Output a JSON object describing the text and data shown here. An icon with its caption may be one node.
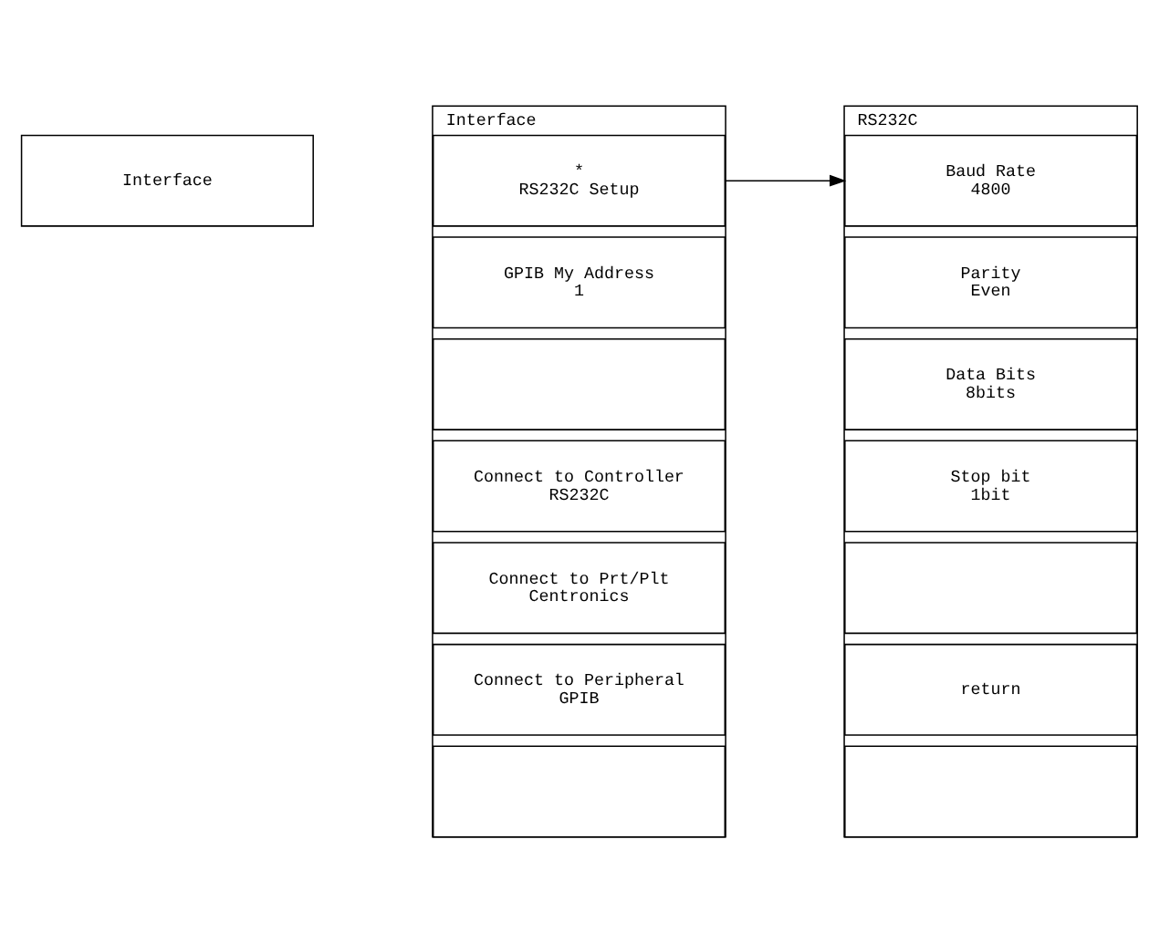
{
  "diagram": {
    "nodes": [
      {
        "text": [
          "Interface"
        ]
      },
      {
        "text": [
          "Interface"
        ]
      },
      {
        "text": [
          "*",
          "RS232C Setup"
        ],
        "in": 1
      },
      {
        "text": [
          "GPIB My Address",
          "1"
        ],
        "in": 1
      },
      {
        "text": [],
        "shape": "box",
        "in": 1
      },
      {
        "text": [
          "Connect to Controller",
          "RS232C"
        ],
        "in": 1
      },
      {
        "text": [
          "Connect to Prt/Plt",
          "Centronics"
        ],
        "in": 1
      },
      {
        "text": [
          "Connect to Peripheral",
          "GPIB"
        ],
        "in": 1
      },
      {
        "text": [],
        "shape": "box",
        "in": 1
      },
      {
        "text": [
          "RS232C"
        ]
      },
      {
        "text": [
          "Baud Rate",
          "4800"
        ],
        "in": 9
      },
      {
        "text": [
          "Parity",
          "Even"
        ],
        "in": 9
      },
      {
        "text": [
          "Data Bits",
          "8bits"
        ],
        "in": 9
      },
      {
        "text": [
          "Stop bit",
          "1bit"
        ],
        "in": 9
      },
      {
        "text": [],
        "shape": "box",
        "in": 9
      },
      {
        "text": [
          "return"
        ],
        "in": 9
      },
      {
        "text": [],
        "shape": "box",
        "in": 9
      }
    ],
    "edges": [
      {
        "from": 2,
        "to": 9,
        "arrow": "to"
      }
    ]
  }
}
